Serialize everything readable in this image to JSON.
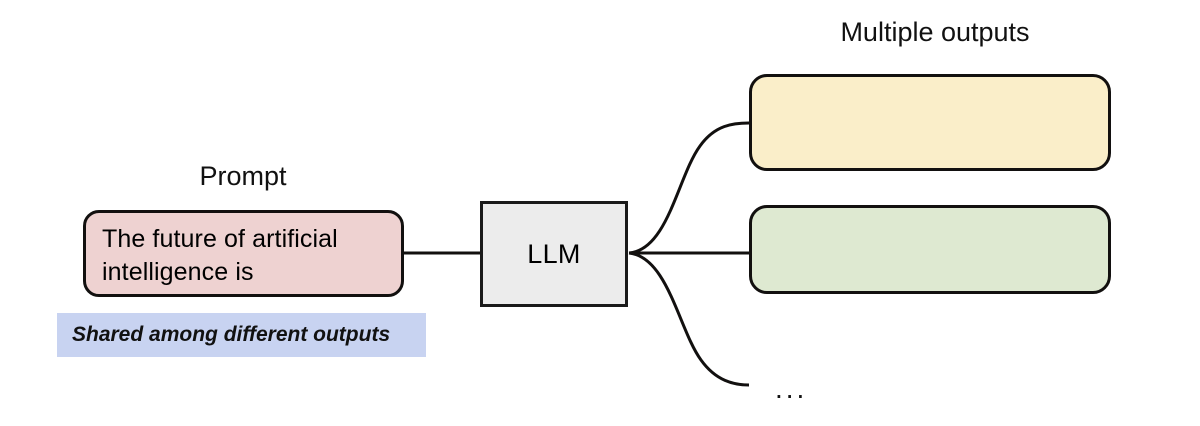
{
  "diagram": {
    "type": "flow-diagram",
    "background": "#ffffff",
    "labels": {
      "prompt_title": "Prompt",
      "outputs_title": "Multiple outputs",
      "ellipsis": "..."
    },
    "prompt": {
      "title": "Prompt",
      "text": "The future of artificial intelligence is",
      "fill": "#eed2d1",
      "stroke": "#12100f"
    },
    "shared_note": {
      "text": "Shared among different outputs",
      "fill": "#c8d3f1"
    },
    "model": {
      "label": "LLM",
      "fill": "#ececec",
      "stroke": "#1a1a1a"
    },
    "outputs": {
      "title": "Multiple outputs",
      "boxes": [
        {
          "text": "",
          "fill": "#faeec9",
          "stroke": "#12100f"
        },
        {
          "text": "",
          "fill": "#dee9d1",
          "stroke": "#12100f"
        }
      ],
      "more_indicator": "..."
    },
    "edges": [
      {
        "from": "prompt",
        "to": "model",
        "style": "straight"
      },
      {
        "from": "model",
        "to": "output-1",
        "style": "curve-up"
      },
      {
        "from": "model",
        "to": "output-2",
        "style": "straight"
      },
      {
        "from": "model",
        "to": "ellipsis",
        "style": "curve-down"
      }
    ]
  }
}
